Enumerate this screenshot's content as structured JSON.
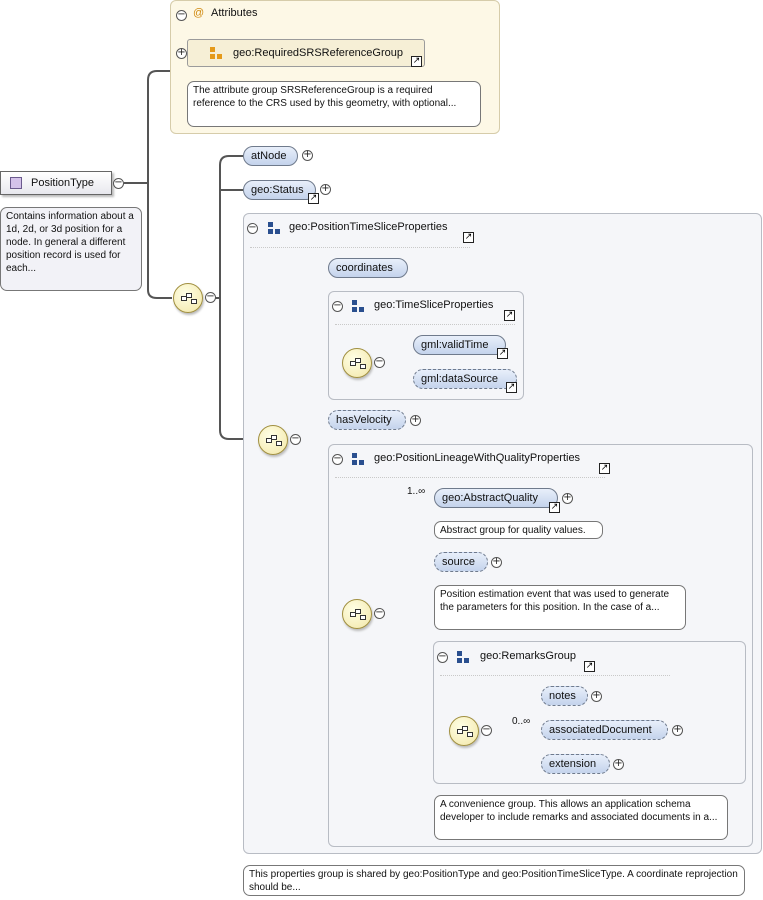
{
  "root": {
    "name": "PositionType",
    "note": "Contains information about a 1d, 2d, or 3d position for a node. In general a different position record is used for each..."
  },
  "attributes": {
    "title": "Attributes",
    "at_symbol": "@",
    "ref_name": "geo:RequiredSRSReferenceGroup",
    "ref_note": "The attribute group SRSReferenceGroup is a required reference to the CRS used by this geometry, with optional..."
  },
  "elements": {
    "atNode": "atNode",
    "status": "geo:Status",
    "coordinates": "coordinates",
    "validTime": "gml:validTime",
    "dataSource": "gml:dataSource",
    "hasVelocity": "hasVelocity",
    "abstractQuality": "geo:AbstractQuality",
    "abstractQuality_note": "Abstract group for quality values.",
    "source": "source",
    "source_note": "Position estimation event that was used to generate the parameters for this position. In the case of a...",
    "notes": "notes",
    "associatedDocument": "associatedDocument",
    "extension": "extension"
  },
  "groups": {
    "timeSliceProps": "geo:PositionTimeSliceProperties",
    "timeSliceProps_note": "This properties group is shared by geo:PositionType and geo:PositionTimeSliceType. A coordinate reprojection should be...",
    "timeSlicePropsInner": "geo:TimeSliceProperties",
    "lineage": "geo:PositionLineageWithQualityProperties",
    "remarks": "geo:RemarksGroup",
    "remarks_note": "A convenience group. This allows an application schema developer to include remarks and associated documents in a..."
  },
  "multiplicity": {
    "abstractQuality": "1..∞",
    "remarksSequence": "0..∞"
  },
  "symbols": {
    "collapse": "−",
    "expand": "+",
    "reference": "↗"
  },
  "icons": {
    "compositor": "sequence-compositor-icon",
    "group": "group-icon",
    "attribute_group": "attribute-group-icon",
    "complex_type": "complex-type-icon"
  },
  "colors": {
    "pill_top": "#e8effa",
    "pill_bottom": "#c4d3ec",
    "attributes_bg": "#fdf8e6",
    "group_bg": "#f5f6f9",
    "compositor_bg": "#f2e6a6",
    "group_icon": "#2a4f8f",
    "attr_icon": "#e59a1a",
    "type_square": "#d4c2ea"
  }
}
